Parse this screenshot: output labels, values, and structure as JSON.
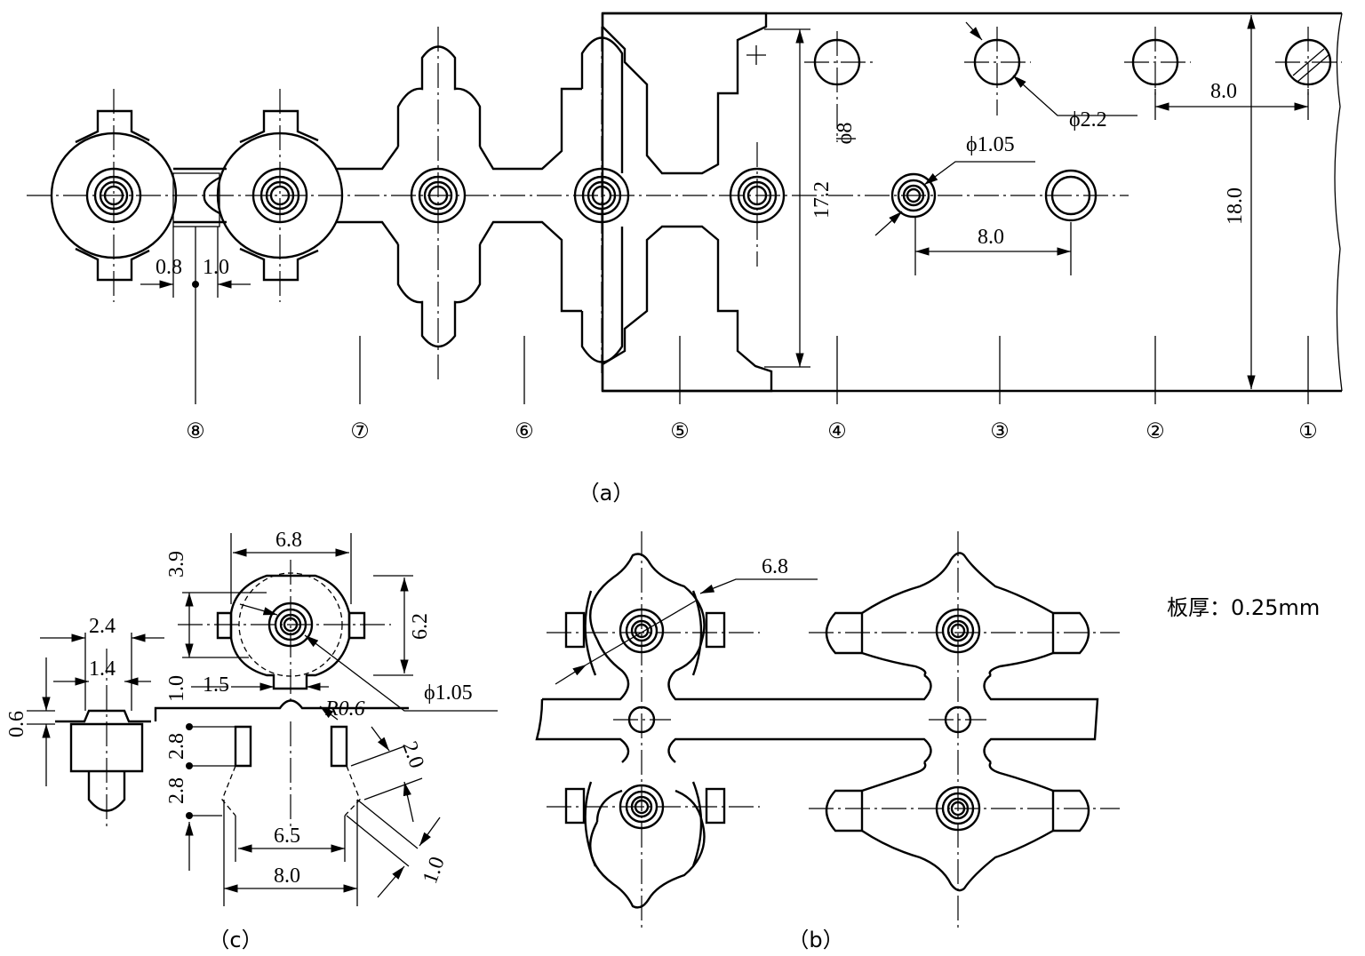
{
  "figure_a": {
    "caption": "（a）",
    "stations": [
      "①",
      "②",
      "③",
      "④",
      "⑤",
      "⑥",
      "⑦",
      "⑧"
    ],
    "dims": {
      "width_17_2": "17.2",
      "width_18_0": "18.0",
      "pilot_dia": "ϕ2.2",
      "pilot_pitch": "8.0",
      "hole_dia": "ϕ1.05",
      "hole_pitch": "8.0",
      "phi8": "ϕ8",
      "gap_0_8": "0.8",
      "gap_1_0": "1.0"
    }
  },
  "figure_b": {
    "caption": "（b）",
    "dim_6_8": "6.8",
    "thickness_note": "板厚：0.25mm"
  },
  "figure_c": {
    "caption": "（c）",
    "dims": {
      "d6_8": "6.8",
      "d3_9": "3.9",
      "d6_2": "6.2",
      "d2_4": "2.4",
      "d1_4": "1.4",
      "d1_0a": "1.0",
      "d1_5": "1.5",
      "hole": "ϕ1.05",
      "r0_6": "R0.6",
      "d0_6": "0.6",
      "d2_8a": "2.8",
      "d2_8b": "2.8",
      "d2_0": "2.0",
      "d6_5": "6.5",
      "d8_0": "8.0",
      "d1_0b": "1.0"
    }
  }
}
